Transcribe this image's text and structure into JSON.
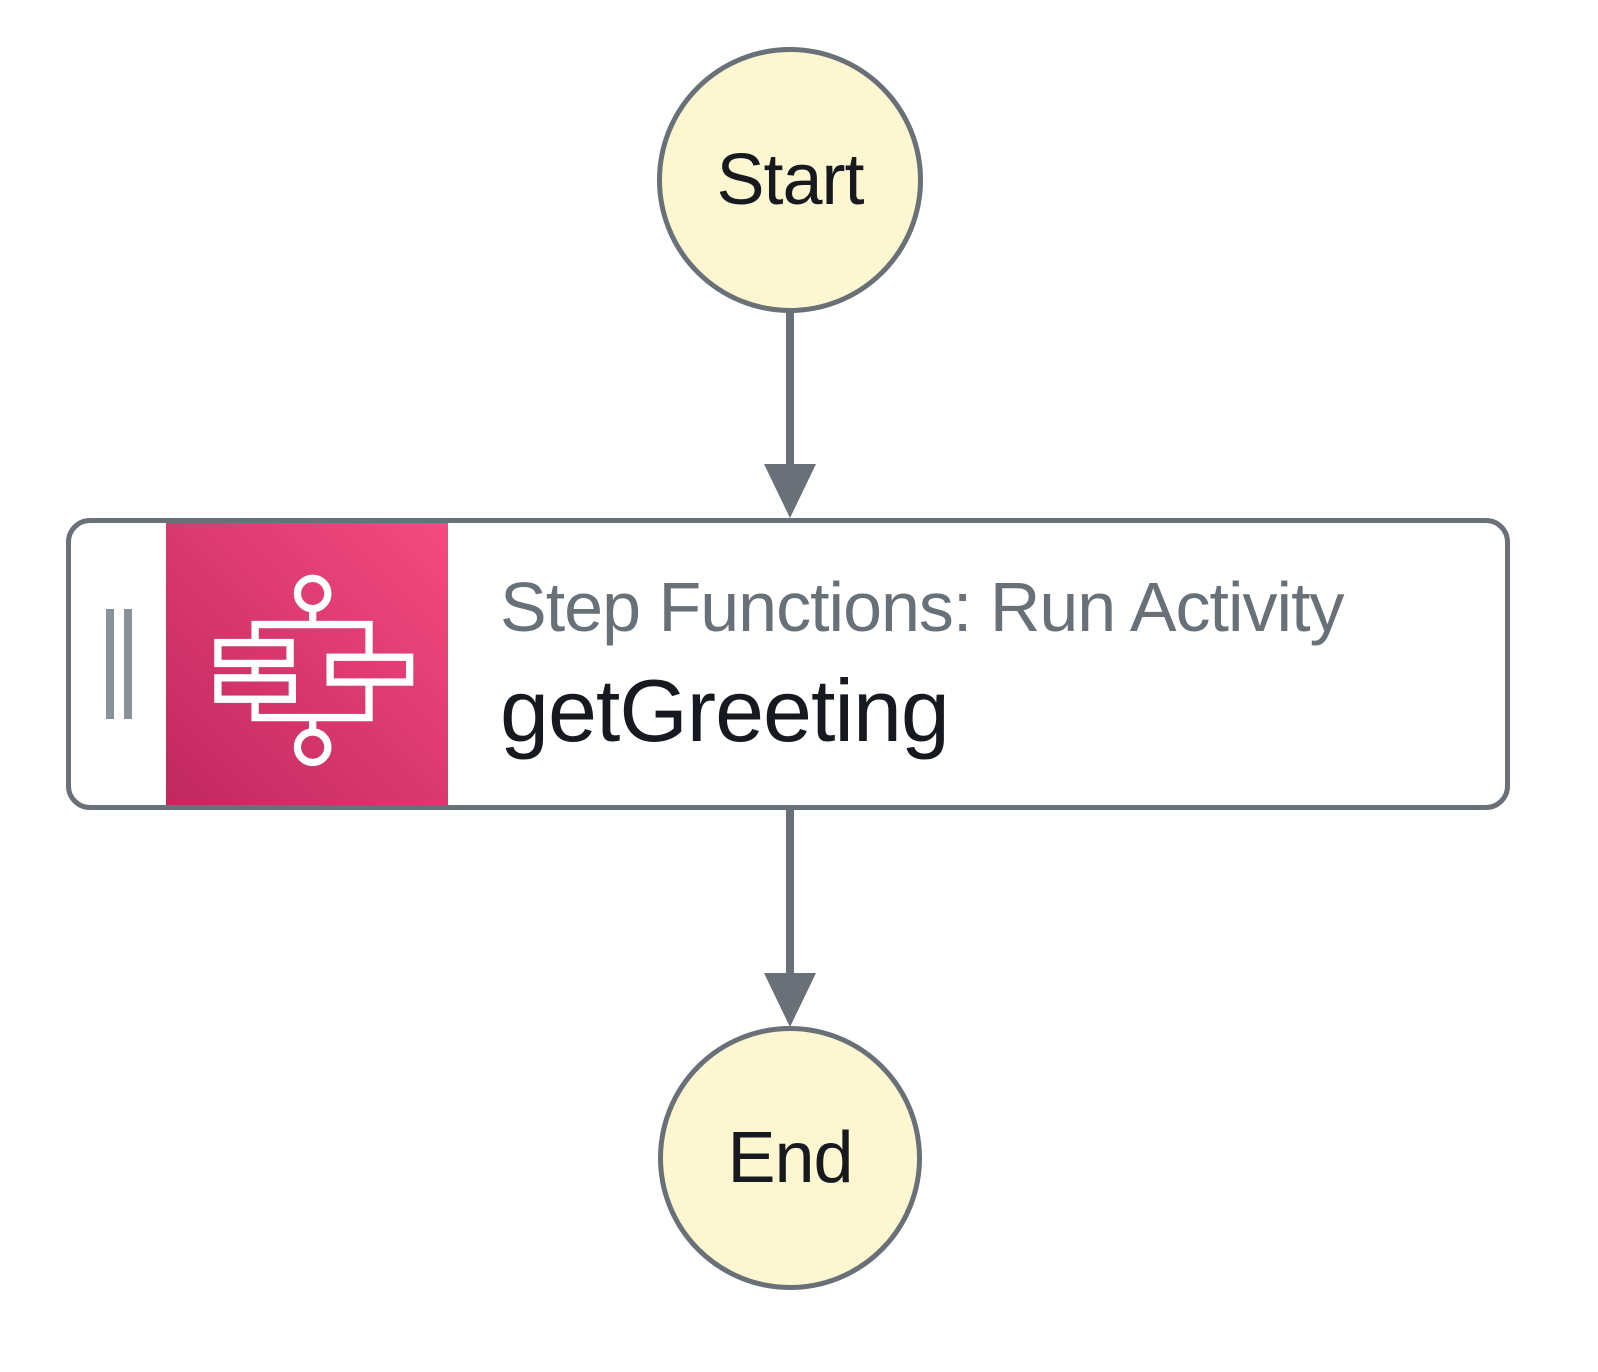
{
  "nodes": {
    "start": {
      "label": "Start"
    },
    "task": {
      "service_label": "Step Functions: Run Activity",
      "name": "getGreeting",
      "icon": "step-functions-icon"
    },
    "end": {
      "label": "End"
    }
  },
  "colors": {
    "node_fill": "#FCF7D1",
    "node_border": "#697077",
    "arrow": "#697077",
    "drag_handle": "#879399",
    "service_label_color": "#687078",
    "name_color": "#16191F",
    "icon_glyph": "#FFFFFF",
    "icon_gradient_start": "#C0285E",
    "icon_gradient_end": "#F44A81"
  }
}
